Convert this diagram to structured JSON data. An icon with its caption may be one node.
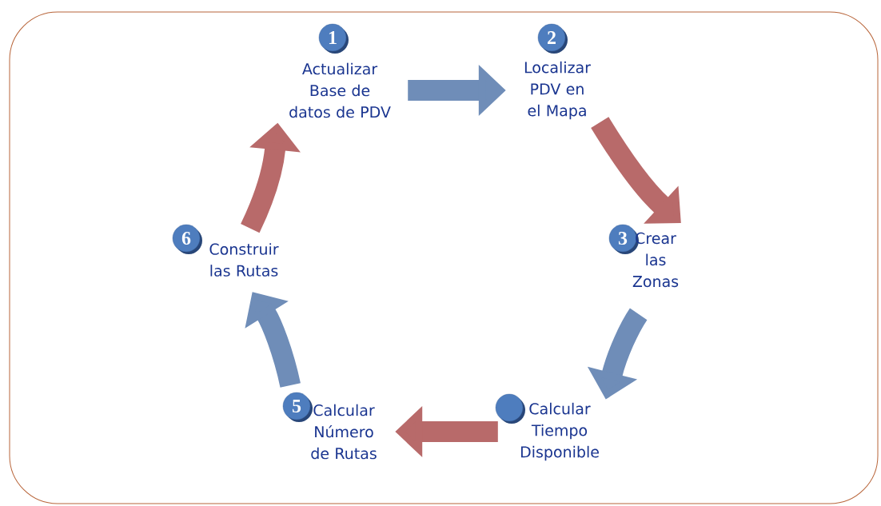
{
  "diagram": {
    "nodes": [
      {
        "text": [
          "1",
          "Actualizar Base de datos de PDV"
        ]
      },
      {
        "text": [
          "2",
          "Localizar PDV en el Mapa"
        ]
      },
      {
        "text": [
          "3",
          "Crear las Zonas"
        ]
      },
      {
        "text": [
          "Calcular Tiempo Disponible"
        ]
      },
      {
        "text": [
          "5",
          "Calcular Número de Rutas"
        ]
      },
      {
        "text": [
          "6",
          "Construir las Rutas"
        ]
      }
    ],
    "edges": [
      {
        "from": 0,
        "to": 1,
        "arrow": "to",
        "color": "#6f8db8"
      },
      {
        "from": 1,
        "to": 2,
        "arrow": "to",
        "color": "#b86a6a"
      },
      {
        "from": 2,
        "to": 3,
        "arrow": "to",
        "color": "#6f8db8"
      },
      {
        "from": 3,
        "to": 4,
        "arrow": "to",
        "color": "#b86a6a"
      },
      {
        "from": 4,
        "to": 5,
        "arrow": "to",
        "color": "#6f8db8"
      },
      {
        "from": 5,
        "to": 0,
        "arrow": "to",
        "color": "#b86a6a"
      }
    ]
  }
}
